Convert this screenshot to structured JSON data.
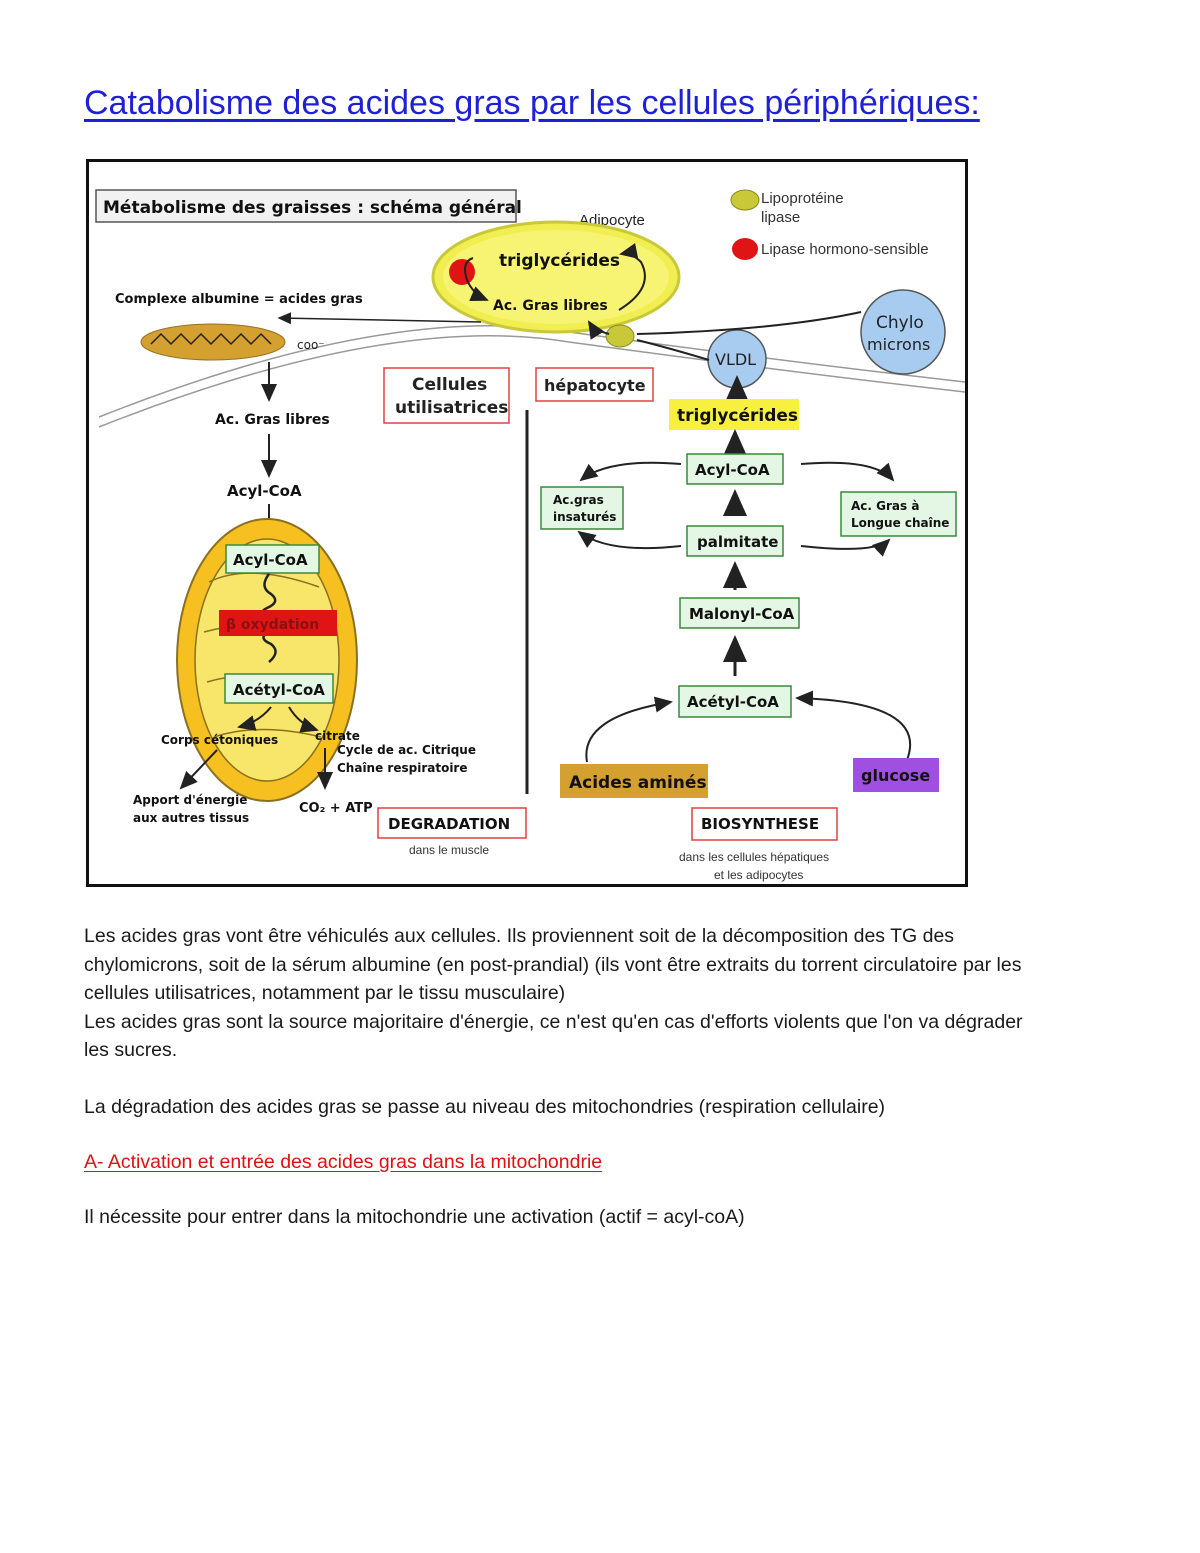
{
  "title": "Catabolisme des acides gras par les cellules périphériques:",
  "diagram": {
    "header": "Métabolisme des graisses : schéma général",
    "adipocyte_label": "Adipocyte",
    "legend": {
      "lipoprotein_lipase_line1": "Lipoprotéine",
      "lipoprotein_lipase_line2": "lipase",
      "hormone_sensitive_lipase": "Lipase hormono-sensible",
      "lipoprotein_lipase_color": "#c8c838",
      "hormone_sensitive_lipase_color": "#e01414"
    },
    "adipocyte": {
      "triglycerides": "triglycérides",
      "free_fatty_acids": "Ac. Gras libres"
    },
    "chylo_line1": "Chylo",
    "chylo_line2": "microns",
    "vldl": "VLDL",
    "albumin_complex": "Complexe albumine = acides gras",
    "coo": "coo⁻",
    "cellules_line1": "Cellules",
    "cellules_line2": "utilisatrices",
    "hepatocyte": "hépatocyte",
    "left": {
      "free_fatty_acids": "Ac. Gras libres",
      "acyl_coa": "Acyl-CoA",
      "mito_acyl_coa": "Acyl-CoA",
      "beta_oxidation": "β oxydation",
      "acetyl_coa": "Acétyl-CoA",
      "ketone_bodies": "Corps cétoniques",
      "citrate": "citrate",
      "krebs_line1": "Cycle de ac. Citrique",
      "krebs_line2": "Chaîne respiratoire",
      "energy_line1": "Apport d'énergie",
      "energy_line2": "aux autres tissus",
      "co2_atp": "CO₂ + ATP"
    },
    "right": {
      "triglycerides": "triglycérides",
      "acyl_coa": "Acyl-CoA",
      "unsaturated_line1": "Ac.gras",
      "unsaturated_line2": "insaturés",
      "long_chain_line1": "Ac. Gras à",
      "long_chain_line2": "Longue chaîne",
      "palmitate": "palmitate",
      "malonyl_coa": "Malonyl-CoA",
      "acetyl_coa": "Acétyl-CoA",
      "amino_acids": "Acides aminés",
      "glucose": "glucose"
    },
    "degradation": "DEGRADATION",
    "degradation_sub": "dans le muscle",
    "biosynthese": "BIOSYNTHESE",
    "biosynthese_sub_line1": "dans les cellules hépatiques",
    "biosynthese_sub_line2": "et les adipocytes"
  },
  "paragraphs": {
    "p1_line1": "Les acides gras vont être véhiculés aux cellules. Ils proviennent soit de la décomposition des TG des",
    "p1_line2": "chylomicrons, soit de la sérum albumine (en post-prandial) (ils vont être extraits du torrent circulatoire par les",
    "p1_line3": "cellules utilisatrices, notamment par le tissu musculaire)",
    "p2_line1": "Les acides gras sont la source majoritaire d'énergie, ce n'est qu'en cas d'efforts violents que l'on va dégrader",
    "p2_line2": "les sucres.",
    "p3": "La dégradation des acides gras se passe au niveau des mitochondries (respiration cellulaire)",
    "section_heading": "A- Activation et entrée des acides gras dans la mitochondrie",
    "p4": "Il nécessite pour entrer dans la mitochondrie une activation (actif = acyl-coA)"
  }
}
